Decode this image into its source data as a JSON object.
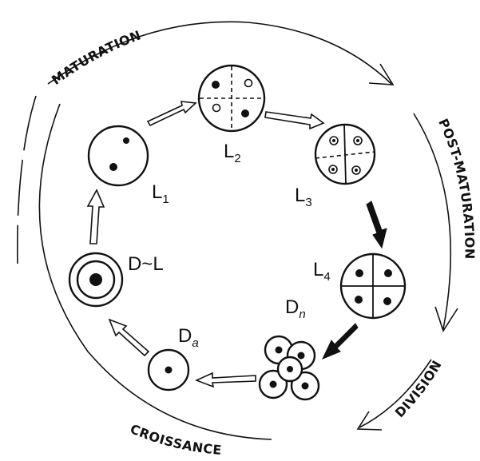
{
  "phases": {
    "maturation": "MATURATION",
    "post_maturation": "POST-MATURATION",
    "division": "DIVISION",
    "croissance": "CROISSANCE"
  },
  "stages": {
    "l1": {
      "main": "L",
      "sub": "1"
    },
    "l2": {
      "main": "L",
      "sub": "2"
    },
    "l3": {
      "main": "L",
      "sub": "3"
    },
    "l4": {
      "main": "L",
      "sub": "4"
    },
    "dn": {
      "main": "D",
      "sub": "n"
    },
    "da": {
      "main": "D",
      "sub": "a"
    },
    "dl": {
      "main": "D~L"
    }
  }
}
